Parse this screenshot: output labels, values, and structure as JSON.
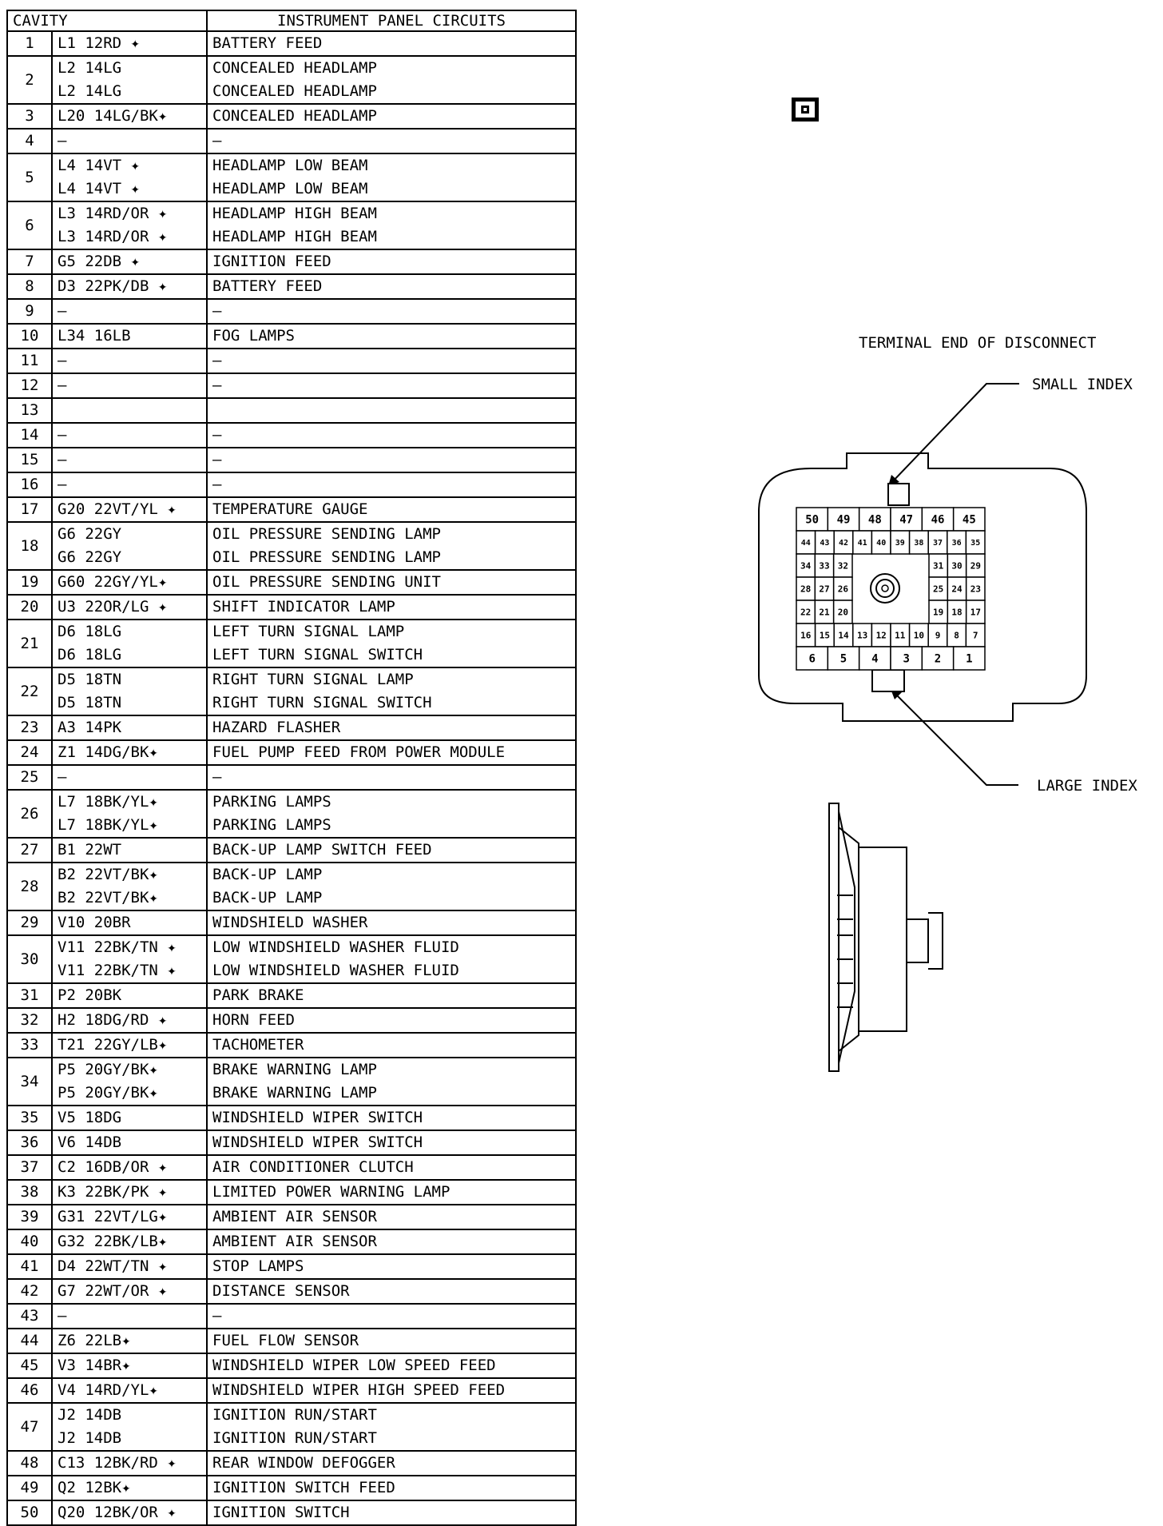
{
  "header": {
    "cavity": "CAVITY",
    "circuits": "INSTRUMENT PANEL CIRCUITS"
  },
  "rows": [
    {
      "cavity": "1",
      "lines": [
        {
          "wire": "L1 12RD ✦",
          "desc": "BATTERY FEED"
        }
      ]
    },
    {
      "cavity": "2",
      "lines": [
        {
          "wire": "L2 14LG",
          "desc": "CONCEALED HEADLAMP"
        },
        {
          "wire": "L2 14LG",
          "desc": "CONCEALED HEADLAMP"
        }
      ]
    },
    {
      "cavity": "3",
      "lines": [
        {
          "wire": "L20 14LG/BK✦",
          "desc": "CONCEALED HEADLAMP"
        }
      ]
    },
    {
      "cavity": "4",
      "lines": [
        {
          "wire": "–",
          "desc": "–"
        }
      ]
    },
    {
      "cavity": "5",
      "lines": [
        {
          "wire": "L4 14VT ✦",
          "desc": "HEADLAMP LOW BEAM"
        },
        {
          "wire": "L4 14VT ✦",
          "desc": "HEADLAMP LOW BEAM"
        }
      ]
    },
    {
      "cavity": "6",
      "lines": [
        {
          "wire": "L3 14RD/OR ✦",
          "desc": "HEADLAMP HIGH BEAM"
        },
        {
          "wire": "L3 14RD/OR ✦",
          "desc": "HEADLAMP HIGH BEAM"
        }
      ]
    },
    {
      "cavity": "7",
      "lines": [
        {
          "wire": "G5 22DB ✦",
          "desc": "IGNITION FEED"
        }
      ]
    },
    {
      "cavity": "8",
      "lines": [
        {
          "wire": "D3 22PK/DB ✦",
          "desc": "BATTERY FEED"
        }
      ]
    },
    {
      "cavity": "9",
      "lines": [
        {
          "wire": "–",
          "desc": "–"
        }
      ]
    },
    {
      "cavity": "10",
      "lines": [
        {
          "wire": "L34 16LB",
          "desc": "FOG LAMPS"
        }
      ]
    },
    {
      "cavity": "11",
      "lines": [
        {
          "wire": "–",
          "desc": "–"
        }
      ]
    },
    {
      "cavity": "12",
      "lines": [
        {
          "wire": "–",
          "desc": "–"
        }
      ]
    },
    {
      "cavity": "13",
      "lines": [
        {
          "wire": "",
          "desc": ""
        }
      ]
    },
    {
      "cavity": "14",
      "lines": [
        {
          "wire": "–",
          "desc": "–"
        }
      ]
    },
    {
      "cavity": "15",
      "lines": [
        {
          "wire": "–",
          "desc": "–"
        }
      ]
    },
    {
      "cavity": "16",
      "lines": [
        {
          "wire": "–",
          "desc": "–"
        }
      ]
    },
    {
      "cavity": "17",
      "lines": [
        {
          "wire": "G20 22VT/YL ✦",
          "desc": "TEMPERATURE GAUGE"
        }
      ]
    },
    {
      "cavity": "18",
      "lines": [
        {
          "wire": "G6 22GY",
          "desc": "OIL PRESSURE SENDING LAMP"
        },
        {
          "wire": "G6 22GY",
          "desc": "OIL PRESSURE SENDING LAMP"
        }
      ]
    },
    {
      "cavity": "19",
      "lines": [
        {
          "wire": "G60 22GY/YL✦",
          "desc": "OIL PRESSURE SENDING UNIT"
        }
      ]
    },
    {
      "cavity": "20",
      "lines": [
        {
          "wire": "U3 22OR/LG ✦",
          "desc": "SHIFT INDICATOR LAMP"
        }
      ]
    },
    {
      "cavity": "21",
      "lines": [
        {
          "wire": "D6 18LG",
          "desc": "LEFT TURN SIGNAL LAMP"
        },
        {
          "wire": "D6 18LG",
          "desc": "LEFT TURN SIGNAL SWITCH"
        }
      ]
    },
    {
      "cavity": "22",
      "lines": [
        {
          "wire": "D5 18TN",
          "desc": "RIGHT TURN SIGNAL LAMP"
        },
        {
          "wire": "D5 18TN",
          "desc": "RIGHT TURN SIGNAL SWITCH"
        }
      ]
    },
    {
      "cavity": "23",
      "lines": [
        {
          "wire": "A3 14PK",
          "desc": "HAZARD FLASHER"
        }
      ]
    },
    {
      "cavity": "24",
      "lines": [
        {
          "wire": "Z1 14DG/BK✦",
          "desc": "FUEL PUMP FEED FROM POWER MODULE"
        }
      ]
    },
    {
      "cavity": "25",
      "lines": [
        {
          "wire": "–",
          "desc": "–"
        }
      ]
    },
    {
      "cavity": "26",
      "lines": [
        {
          "wire": "L7 18BK/YL✦",
          "desc": "PARKING LAMPS"
        },
        {
          "wire": "L7 18BK/YL✦",
          "desc": "PARKING LAMPS"
        }
      ]
    },
    {
      "cavity": "27",
      "lines": [
        {
          "wire": "B1 22WT",
          "desc": "BACK-UP LAMP SWITCH FEED"
        }
      ]
    },
    {
      "cavity": "28",
      "lines": [
        {
          "wire": "B2 22VT/BK✦",
          "desc": "BACK-UP LAMP"
        },
        {
          "wire": "B2 22VT/BK✦",
          "desc": "BACK-UP LAMP"
        }
      ]
    },
    {
      "cavity": "29",
      "lines": [
        {
          "wire": "V10 20BR",
          "desc": "WINDSHIELD WASHER"
        }
      ]
    },
    {
      "cavity": "30",
      "lines": [
        {
          "wire": "V11 22BK/TN ✦",
          "desc": "LOW WINDSHIELD WASHER FLUID"
        },
        {
          "wire": "V11 22BK/TN ✦",
          "desc": "LOW WINDSHIELD WASHER FLUID"
        }
      ]
    },
    {
      "cavity": "31",
      "lines": [
        {
          "wire": "P2 20BK",
          "desc": "PARK BRAKE"
        }
      ]
    },
    {
      "cavity": "32",
      "lines": [
        {
          "wire": "H2 18DG/RD ✦",
          "desc": "HORN FEED"
        }
      ]
    },
    {
      "cavity": "33",
      "lines": [
        {
          "wire": "T21 22GY/LB✦",
          "desc": "TACHOMETER"
        }
      ]
    },
    {
      "cavity": "34",
      "lines": [
        {
          "wire": "P5 20GY/BK✦",
          "desc": "BRAKE WARNING LAMP"
        },
        {
          "wire": "P5 20GY/BK✦",
          "desc": "BRAKE WARNING LAMP"
        }
      ]
    },
    {
      "cavity": "35",
      "lines": [
        {
          "wire": "V5 18DG",
          "desc": "WINDSHIELD WIPER SWITCH"
        }
      ]
    },
    {
      "cavity": "36",
      "lines": [
        {
          "wire": "V6 14DB",
          "desc": "WINDSHIELD WIPER SWITCH"
        }
      ]
    },
    {
      "cavity": "37",
      "lines": [
        {
          "wire": "C2 16DB/OR ✦",
          "desc": "AIR CONDITIONER CLUTCH"
        }
      ]
    },
    {
      "cavity": "38",
      "lines": [
        {
          "wire": "K3 22BK/PK ✦",
          "desc": "LIMITED POWER WARNING LAMP"
        }
      ]
    },
    {
      "cavity": "39",
      "lines": [
        {
          "wire": "G31 22VT/LG✦",
          "desc": "AMBIENT AIR SENSOR"
        }
      ]
    },
    {
      "cavity": "40",
      "lines": [
        {
          "wire": "G32 22BK/LB✦",
          "desc": "AMBIENT AIR SENSOR"
        }
      ]
    },
    {
      "cavity": "41",
      "lines": [
        {
          "wire": "D4 22WT/TN ✦",
          "desc": "STOP LAMPS"
        }
      ]
    },
    {
      "cavity": "42",
      "lines": [
        {
          "wire": "G7 22WT/OR ✦",
          "desc": "DISTANCE SENSOR"
        }
      ]
    },
    {
      "cavity": "43",
      "lines": [
        {
          "wire": "–",
          "desc": "–"
        }
      ]
    },
    {
      "cavity": "44",
      "lines": [
        {
          "wire": "Z6 22LB✦",
          "desc": "FUEL FLOW SENSOR"
        }
      ]
    },
    {
      "cavity": "45",
      "lines": [
        {
          "wire": "V3 14BR✦",
          "desc": "WINDSHIELD WIPER LOW SPEED FEED"
        }
      ]
    },
    {
      "cavity": "46",
      "lines": [
        {
          "wire": "V4 14RD/YL✦",
          "desc": "WINDSHIELD WIPER HIGH SPEED FEED"
        }
      ]
    },
    {
      "cavity": "47",
      "lines": [
        {
          "wire": "J2 14DB",
          "desc": "IGNITION RUN/START"
        },
        {
          "wire": "J2 14DB",
          "desc": "IGNITION RUN/START"
        }
      ]
    },
    {
      "cavity": "48",
      "lines": [
        {
          "wire": "C13 12BK/RD ✦",
          "desc": "REAR WINDOW DEFOGGER"
        }
      ]
    },
    {
      "cavity": "49",
      "lines": [
        {
          "wire": "Q2 12BK✦",
          "desc": "IGNITION SWITCH FEED"
        }
      ]
    },
    {
      "cavity": "50",
      "lines": [
        {
          "wire": "Q20 12BK/OR ✦",
          "desc": "IGNITION SWITCH"
        }
      ]
    }
  ],
  "labels": {
    "terminal_end": "TERMINAL END OF DISCONNECT",
    "small_index": "SMALL INDEX",
    "large_index": "LARGE INDEX"
  },
  "connector": {
    "row1": [
      "50",
      "49",
      "48",
      "47",
      "46",
      "45"
    ],
    "row2": [
      "44",
      "43",
      "42",
      "41",
      "40",
      "39",
      "38",
      "37",
      "36",
      "35"
    ],
    "row3_left": [
      "34",
      "33",
      "32"
    ],
    "row3_right": [
      "31",
      "30",
      "29"
    ],
    "row4_left": [
      "28",
      "27",
      "26"
    ],
    "row4_right": [
      "25",
      "24",
      "23"
    ],
    "row5_left": [
      "22",
      "21",
      "20"
    ],
    "row5_right": [
      "19",
      "18",
      "17"
    ],
    "row6": [
      "16",
      "15",
      "14",
      "13",
      "12",
      "11",
      "10",
      "9",
      "8",
      "7"
    ],
    "row7": [
      "6",
      "5",
      "4",
      "3",
      "2",
      "1"
    ]
  },
  "icons": {
    "symbol": "connector-symbol-icon"
  }
}
